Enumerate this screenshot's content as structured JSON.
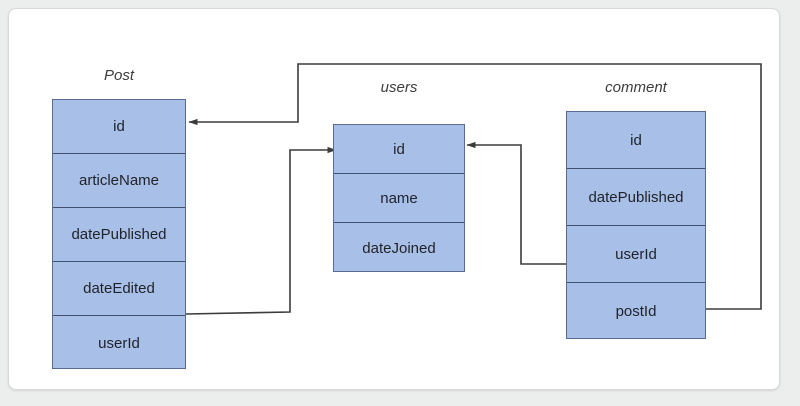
{
  "diagram": {
    "type": "entity-relationship-diagram",
    "background_color": "#eceded",
    "canvas_color": "#ffffff",
    "entity_fill_color": "#a8c0e8",
    "entity_border_color": "#5b6a8f",
    "connector_color": "#3b3b3b",
    "entities": [
      {
        "id": "post",
        "title": "Post",
        "fields": [
          {
            "name": "id"
          },
          {
            "name": "articleName"
          },
          {
            "name": "datePublished"
          },
          {
            "name": "dateEdited"
          },
          {
            "name": "userId"
          }
        ]
      },
      {
        "id": "users",
        "title": "users",
        "fields": [
          {
            "name": "id"
          },
          {
            "name": "name"
          },
          {
            "name": "dateJoined"
          }
        ]
      },
      {
        "id": "comment",
        "title": "comment",
        "fields": [
          {
            "name": "id"
          },
          {
            "name": "datePublished"
          },
          {
            "name": "userId"
          },
          {
            "name": "postId"
          }
        ]
      }
    ],
    "relationships": [
      {
        "id": "post-userid-to-users-id",
        "from": "Post.userId",
        "to": "users.id"
      },
      {
        "id": "comment-userid-to-users-id",
        "from": "comment.userId",
        "to": "users.id"
      },
      {
        "id": "comment-postid-to-post-id",
        "from": "comment.postId",
        "to": "Post.id"
      }
    ]
  }
}
